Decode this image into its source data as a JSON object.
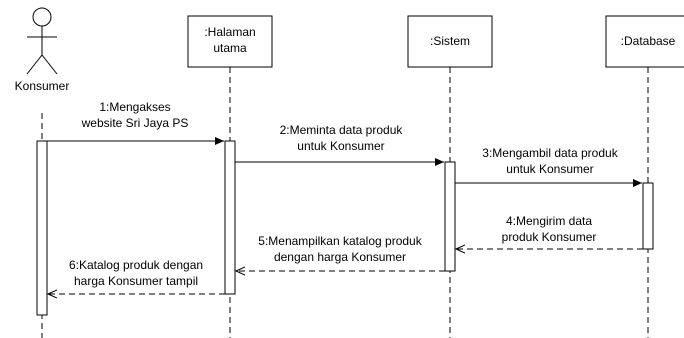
{
  "participants": {
    "actor": "Konsumer",
    "halaman_line1": ":Halaman",
    "halaman_line2": "utama",
    "sistem": ":Sistem",
    "database": ":Database"
  },
  "messages": {
    "m1_line1": "1:Mengakses",
    "m1_line2": "website Sri Jaya PS",
    "m2_line1": "2:Meminta data produk",
    "m2_line2": "untuk Konsumer",
    "m3_line1": "3:Mengambil data produk",
    "m3_line2": "untuk Konsumer",
    "m4_line1": "4:Mengirim data",
    "m4_line2": "produk Konsumer",
    "m5_line1": "5:Menampilkan katalog produk",
    "m5_line2": "dengan harga Konsumer",
    "m6_line1": "6:Katalog produk dengan",
    "m6_line2": "harga Konsumer tampil"
  }
}
